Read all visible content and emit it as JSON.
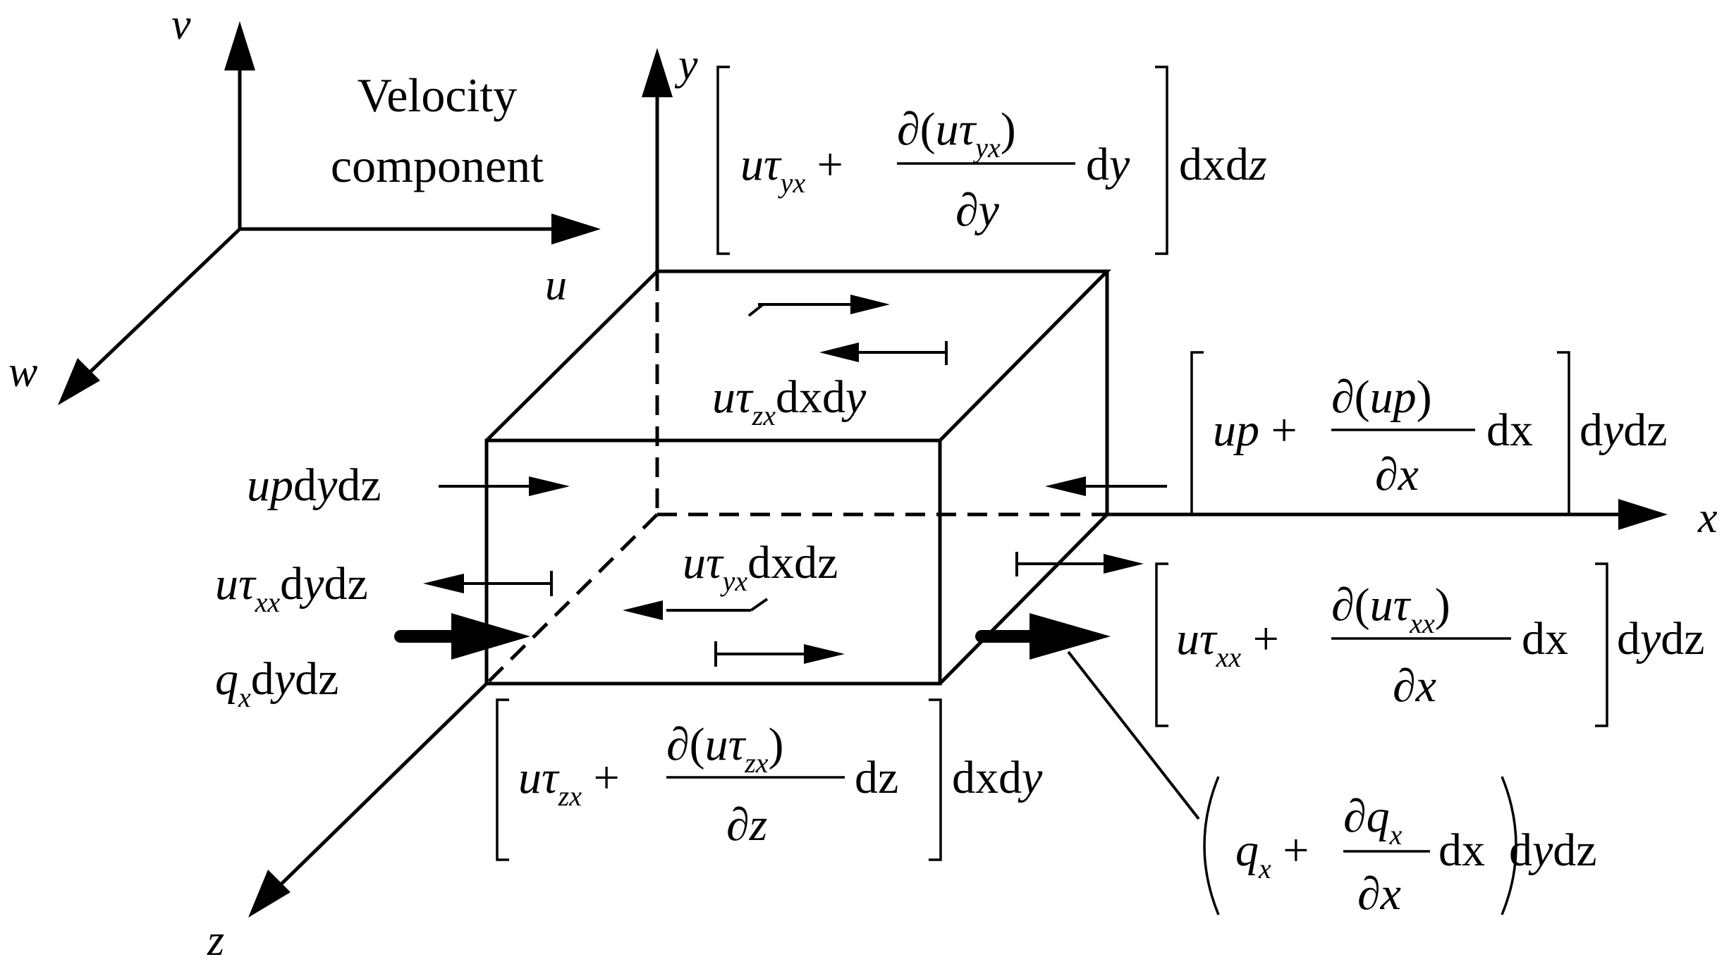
{
  "velocity_axes": {
    "v": "v",
    "u": "u",
    "w": "w",
    "label_line1": "Velocity",
    "label_line2": "component"
  },
  "coord_axes": {
    "x": "x",
    "y": "y",
    "z": "z"
  },
  "labels": {
    "top_face": "uτzxdxdy",
    "bottom_face": "uτyxdxdz",
    "left_up": "updydz",
    "left_tau": "uτxxdydz",
    "left_q": "qxdydz",
    "top_flux": "[uτyx + ∂(uτyx)/∂y dy] dxdz",
    "right_up": "[up + ∂(up)/∂x dx] dydz",
    "right_tau": "[uτxx + ∂(uτxx)/∂x dx] dydz",
    "bottom_flux": "[uτzx + ∂(uτzx)/∂z dz] dxdy",
    "right_q": "(qx + ∂qx/∂x dx) dydz"
  }
}
